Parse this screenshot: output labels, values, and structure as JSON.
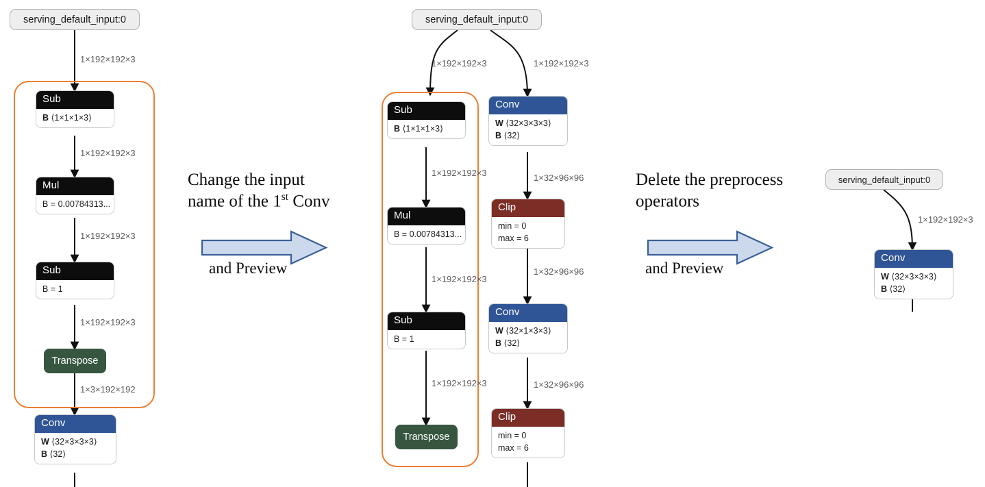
{
  "diagram": {
    "title": "ONNX model preprocess-removal editing steps",
    "colors": {
      "conv_header": "#2f5597",
      "clip_header": "#7b2d26",
      "arith_header": "#0d0d0d",
      "transpose": "#36563f",
      "group_outline": "#ed7d31",
      "io_node_fill": "#eeeeee",
      "edge_label": "#5a5a5a",
      "arrow_fill": "#ccd9ec",
      "arrow_stroke": "#3b6098"
    },
    "panels": [
      {
        "id": "panel-before",
        "input_node": "serving_default_input:0",
        "group_label": "preprocess-group",
        "nodes": [
          {
            "name": "Sub",
            "type": "arith",
            "rows": [
              "B ⟨1×1×1×3⟩"
            ]
          },
          {
            "name": "Mul",
            "type": "arith",
            "rows": [
              "B = 0.00784313..."
            ]
          },
          {
            "name": "Sub",
            "type": "arith",
            "rows": [
              "B = 1"
            ]
          },
          {
            "name": "Transpose",
            "type": "transpose",
            "rows": []
          },
          {
            "name": "Conv",
            "type": "conv",
            "rows": [
              "W ⟨32×3×3×3⟩",
              "B ⟨32⟩"
            ]
          }
        ],
        "edge_labels": [
          "1×192×192×3",
          "1×192×192×3",
          "1×192×192×3",
          "1×192×192×3",
          "1×3×192×192"
        ]
      },
      {
        "id": "panel-middle",
        "input_node": "serving_default_input:0",
        "group_label": "preprocess-group",
        "branch_labels": [
          "1×192×192×3",
          "1×192×192×3"
        ],
        "left_nodes": [
          {
            "name": "Sub",
            "type": "arith",
            "rows": [
              "B ⟨1×1×1×3⟩"
            ]
          },
          {
            "name": "Mul",
            "type": "arith",
            "rows": [
              "B = 0.00784313..."
            ]
          },
          {
            "name": "Sub",
            "type": "arith",
            "rows": [
              "B = 1"
            ]
          },
          {
            "name": "Transpose",
            "type": "transpose",
            "rows": []
          }
        ],
        "left_edge_labels": [
          "1×192×192×3",
          "1×192×192×3",
          "1×192×192×3"
        ],
        "right_nodes": [
          {
            "name": "Conv",
            "type": "conv",
            "rows": [
              "W ⟨32×3×3×3⟩",
              "B ⟨32⟩"
            ]
          },
          {
            "name": "Clip",
            "type": "clip",
            "rows": [
              "min = 0",
              "max = 6"
            ]
          },
          {
            "name": "Conv",
            "type": "conv",
            "rows": [
              "W ⟨32×1×3×3⟩",
              "B ⟨32⟩"
            ]
          },
          {
            "name": "Clip",
            "type": "clip",
            "rows": [
              "min = 0",
              "max = 6"
            ]
          }
        ],
        "right_edge_labels": [
          "1×32×96×96",
          "1×32×96×96",
          "1×32×96×96"
        ]
      },
      {
        "id": "panel-after",
        "input_node": "serving_default_input:0",
        "nodes": [
          {
            "name": "Conv",
            "type": "conv",
            "rows": [
              "W ⟨32×3×3×3⟩",
              "B ⟨32⟩"
            ]
          }
        ],
        "edge_labels": [
          "1×192×192×3"
        ]
      }
    ],
    "annotations": [
      {
        "id": "step-1",
        "line1": "Change the input",
        "line2_pre": "name of the 1",
        "line2_sup": "st",
        "line2_post": " Conv",
        "caption": "and Preview"
      },
      {
        "id": "step-2",
        "line1": "Delete the preprocess",
        "line2_pre": "operators",
        "line2_sup": "",
        "line2_post": "",
        "caption": "and Preview"
      }
    ]
  }
}
